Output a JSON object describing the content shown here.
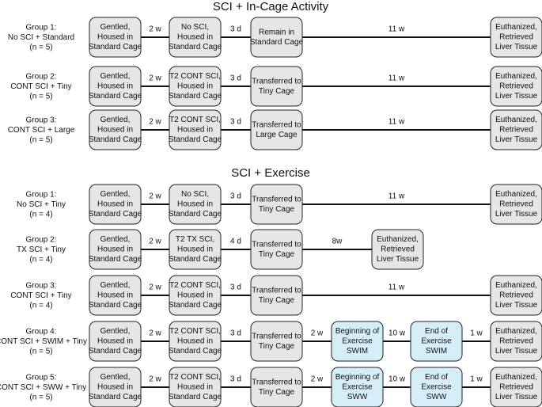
{
  "sections": [
    {
      "title": "SCI + In-Cage Activity",
      "groups": [
        {
          "label": [
            "Group 1:",
            "No SCI + Standard",
            "(n = 5)"
          ],
          "steps": [
            {
              "text": [
                "Gentled,",
                "Housed in",
                "Standard Cage"
              ],
              "color": "gray"
            },
            {
              "text": [
                "No SCI,",
                "Housed in",
                "Standard Cage"
              ],
              "color": "gray"
            },
            {
              "text": [
                "Remain in",
                "Standard Cage"
              ],
              "color": "gray"
            },
            {
              "text": [
                "Euthanized,",
                "Retrieved",
                "Liver Tissue"
              ],
              "color": "gray"
            }
          ],
          "intervals": [
            "2 w",
            "3 d",
            "11 w"
          ]
        },
        {
          "label": [
            "Group 2:",
            "CONT SCI + Tiny",
            "(n = 5)"
          ],
          "steps": [
            {
              "text": [
                "Gentled,",
                "Housed in",
                "Standard Cage"
              ],
              "color": "gray"
            },
            {
              "text": [
                "T2 CONT SCI,",
                "Housed in",
                "Standard Cage"
              ],
              "color": "gray"
            },
            {
              "text": [
                "Transferred to",
                "Tiny Cage"
              ],
              "color": "gray"
            },
            {
              "text": [
                "Euthanized,",
                "Retrieved",
                "Liver Tissue"
              ],
              "color": "gray"
            }
          ],
          "intervals": [
            "2 w",
            "3 d",
            "11 w"
          ]
        },
        {
          "label": [
            "Group 3:",
            "CONT SCI + Large",
            "(n = 5)"
          ],
          "steps": [
            {
              "text": [
                "Gentled,",
                "Housed in",
                "Standard Cage"
              ],
              "color": "gray"
            },
            {
              "text": [
                "T2 CONT SCI,",
                "Housed in",
                "Standard Cage"
              ],
              "color": "gray"
            },
            {
              "text": [
                "Transferred to",
                "Large Cage"
              ],
              "color": "gray"
            },
            {
              "text": [
                "Euthanized,",
                "Retrieved",
                "Liver Tissue"
              ],
              "color": "gray"
            }
          ],
          "intervals": [
            "2 w",
            "3 d",
            "11 w"
          ]
        }
      ]
    },
    {
      "title": "SCI + Exercise",
      "groups": [
        {
          "label": [
            "Group 1:",
            "No SCI + Tiny",
            "(n = 4)"
          ],
          "steps": [
            {
              "text": [
                "Gentled,",
                "Housed in",
                "Standard Cage"
              ],
              "color": "gray"
            },
            {
              "text": [
                "No SCI,",
                "Housed in",
                "Standard Cage"
              ],
              "color": "gray"
            },
            {
              "text": [
                "Transferred to",
                "Tiny Cage"
              ],
              "color": "gray"
            },
            {
              "text": [
                "Euthanized,",
                "Retrieved",
                "Liver Tissue"
              ],
              "color": "gray"
            }
          ],
          "intervals": [
            "2 w",
            "3 d",
            "11 w"
          ]
        },
        {
          "label": [
            "Group 2:",
            "TX SCI + Tiny",
            "(n = 4)"
          ],
          "steps": [
            {
              "text": [
                "Gentled,",
                "Housed in",
                "Standard Cage"
              ],
              "color": "gray"
            },
            {
              "text": [
                "T2 TX SCI,",
                "Housed in",
                "Standard Cage"
              ],
              "color": "gray"
            },
            {
              "text": [
                "Transferred to",
                "Tiny Cage"
              ],
              "color": "gray"
            },
            {
              "text": [
                "Euthanized,",
                "Retrieved",
                "Liver Tissue"
              ],
              "color": "gray"
            }
          ],
          "intervals": [
            "2 w",
            "4 d",
            "8w"
          ]
        },
        {
          "label": [
            "Group 3:",
            "CONT SCI + Tiny",
            "(n = 4)"
          ],
          "steps": [
            {
              "text": [
                "Gentled,",
                "Housed in",
                "Standard Cage"
              ],
              "color": "gray"
            },
            {
              "text": [
                "T2 CONT SCI,",
                "Housed in",
                "Standard Cage"
              ],
              "color": "gray"
            },
            {
              "text": [
                "Transferred to",
                "Tiny Cage"
              ],
              "color": "gray"
            },
            {
              "text": [
                "Euthanized,",
                "Retrieved",
                "Liver Tissue"
              ],
              "color": "gray"
            }
          ],
          "intervals": [
            "2 w",
            "3 d",
            "11 w"
          ]
        },
        {
          "label": [
            "Group 4:",
            "CONT SCI + SWIM + Tiny",
            "(n = 5)"
          ],
          "steps": [
            {
              "text": [
                "Gentled,",
                "Housed in",
                "Standard Cage"
              ],
              "color": "gray"
            },
            {
              "text": [
                "T2 CONT SCI,",
                "Housed in",
                "Standard Cage"
              ],
              "color": "gray"
            },
            {
              "text": [
                "Transferred to",
                "Tiny Cage"
              ],
              "color": "gray"
            },
            {
              "text": [
                "Beginning of",
                "Exercise",
                "SWIM"
              ],
              "color": "blue"
            },
            {
              "text": [
                "End of",
                "Exercise",
                "SWIM"
              ],
              "color": "blue"
            },
            {
              "text": [
                "Euthanized,",
                "Retrieved",
                "Liver Tissue"
              ],
              "color": "gray"
            }
          ],
          "intervals": [
            "2 w",
            "3 d",
            "2 w",
            "10 w",
            "1 w"
          ]
        },
        {
          "label": [
            "Group 5:",
            "CONT SCI + SWW + Tiny",
            "(n = 5)"
          ],
          "steps": [
            {
              "text": [
                "Gentled,",
                "Housed in",
                "Standard Cage"
              ],
              "color": "gray"
            },
            {
              "text": [
                "T2 CONT SCI,",
                "Housed in",
                "Standard Cage"
              ],
              "color": "gray"
            },
            {
              "text": [
                "Transferred to",
                "Tiny Cage"
              ],
              "color": "gray"
            },
            {
              "text": [
                "Beginning of",
                "Exercise",
                "SWW"
              ],
              "color": "blue"
            },
            {
              "text": [
                "End of",
                "Exercise",
                "SWW"
              ],
              "color": "blue"
            },
            {
              "text": [
                "Euthanized,",
                "Retrieved",
                "Liver Tissue"
              ],
              "color": "gray"
            }
          ],
          "intervals": [
            "2 w",
            "3 d",
            "2 w",
            "10 w",
            "1 w"
          ]
        }
      ]
    }
  ]
}
